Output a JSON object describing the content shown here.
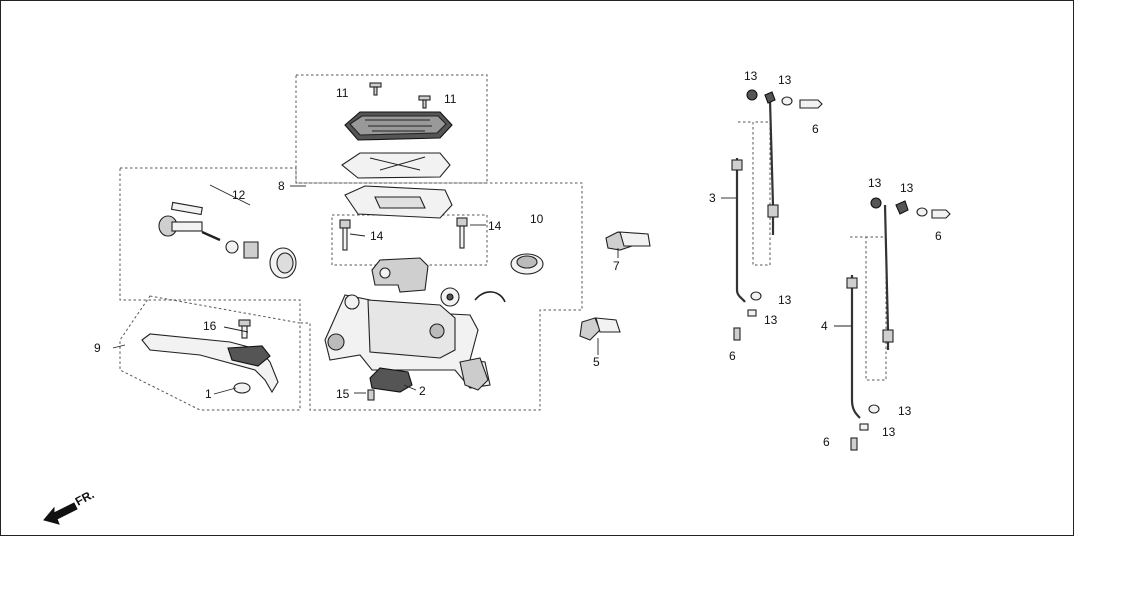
{
  "diagram": {
    "callouts": {
      "c1": "1",
      "c2": "2",
      "c3": "3",
      "c4": "4",
      "c5": "5",
      "c6a": "6",
      "c6b": "6",
      "c6c": "6",
      "c6d": "6",
      "c7": "7",
      "c8": "8",
      "c9": "9",
      "c10": "10",
      "c11a": "11",
      "c11b": "11",
      "c12": "12",
      "c13a": "13",
      "c13b": "13",
      "c13c": "13",
      "c13d": "13",
      "c13e": "13",
      "c13f": "13",
      "c13g": "13",
      "c13h": "13",
      "c14a": "14",
      "c14b": "14",
      "c15": "15",
      "c16": "16"
    },
    "direction_label": "FR."
  }
}
